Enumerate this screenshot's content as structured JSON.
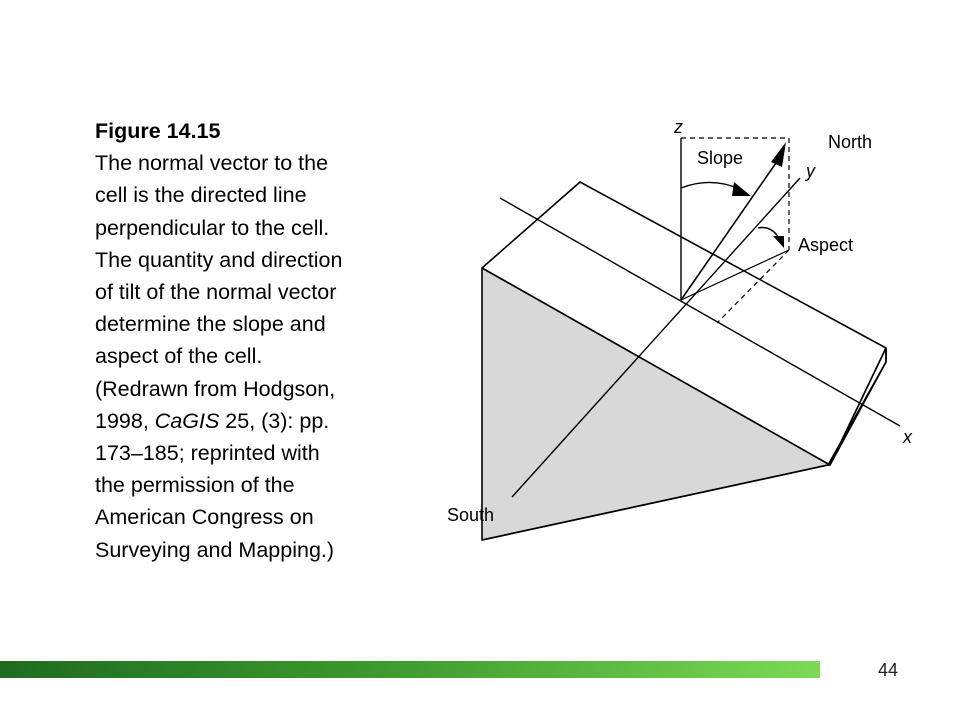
{
  "caption": {
    "title": "Figure 14.15",
    "lines": [
      "The normal vector to the",
      "cell is the directed line",
      "perpendicular to the cell.",
      "The quantity and direction",
      "of tilt of the normal vector",
      "determine the slope and",
      "aspect of the cell."
    ],
    "credit": {
      "line1": "(Redrawn from Hodgson,",
      "line2_pre": "1998, ",
      "line2_italic": "CaGIS",
      "line2_post": " 25, (3): pp.",
      "line3": "173–185; reprinted with",
      "line4": "the permission of the",
      "line5": "American Congress on",
      "line6": "Surveying and Mapping.)"
    }
  },
  "diagram": {
    "labels": {
      "z": "z",
      "y": "y",
      "x": "x",
      "north": "North",
      "south": "South",
      "slope": "Slope",
      "aspect": "Aspect"
    },
    "colors": {
      "shaded_face": "#d8d8d8",
      "line": "#000000"
    }
  },
  "footer": {
    "page_number": "44",
    "bar_gradient": [
      "#1f6b1f",
      "#3f9e2f",
      "#7ed957"
    ]
  }
}
